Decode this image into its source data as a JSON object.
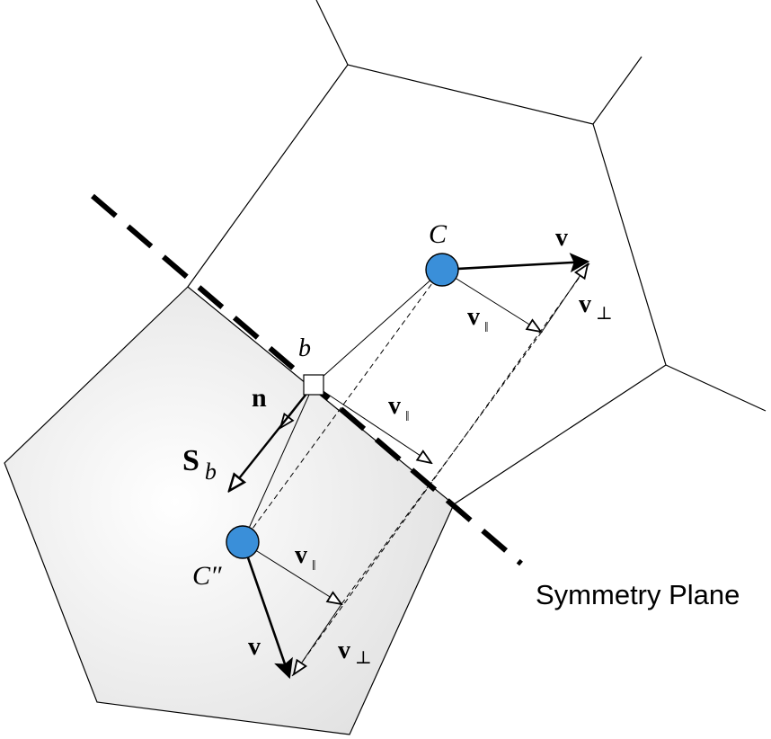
{
  "labels": {
    "cell_center": "C",
    "mirror_center": "C″",
    "boundary_point": "b",
    "normal": "n",
    "face_vector_main": "S",
    "face_vector_sub": "b",
    "velocity": "v",
    "velocity_parallel_main": "v",
    "parallel_symbol": "‖",
    "velocity_perp_main": "v",
    "perp_symbol": "⊥",
    "symmetry_plane": "Symmetry Plane"
  },
  "colors": {
    "node_fill": "#3a8fd9",
    "mirror_cell_fill": "#e4e4e4",
    "stroke": "#000000",
    "background": "#ffffff"
  }
}
